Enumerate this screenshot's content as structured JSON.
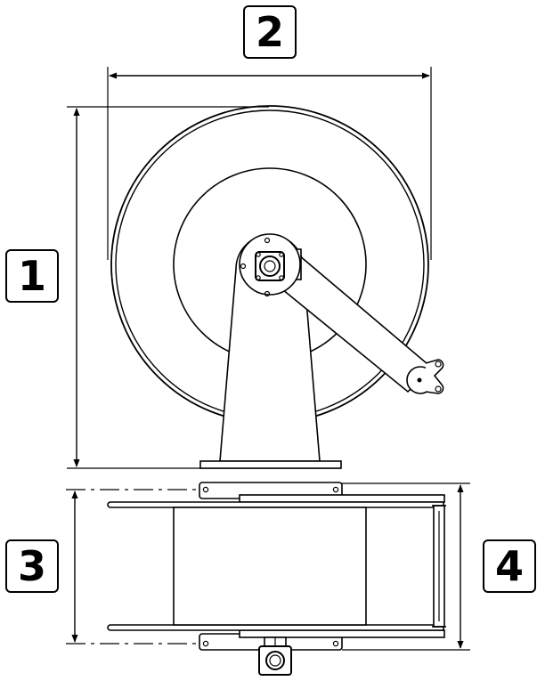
{
  "labels": {
    "dim_1": "1",
    "dim_2": "2",
    "dim_3": "3",
    "dim_4": "4"
  },
  "colors": {
    "line": "#000000",
    "background": "#ffffff"
  }
}
